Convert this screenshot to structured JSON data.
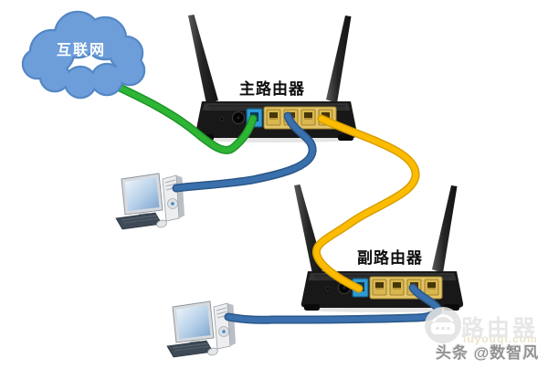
{
  "diagram": {
    "cloud_label": "互联网",
    "main_router_label": "主路由器",
    "secondary_router_label": "副路由器"
  },
  "watermark": {
    "brand_text": "路由器",
    "brand_domain": "luyouqi.com",
    "credit_text": "头条 @数智风"
  },
  "colors": {
    "cloud_fill": "#6d9eda",
    "cloud_stroke": "#5488c6",
    "internet_cable_green": "#2eb535",
    "pc_cable_blue": "#3a70ad",
    "uplink_cable_yellow": "#fdbc00",
    "wan_port_blue": "#2f9ad2",
    "lan_port_yellow": "#e3c467",
    "router_body_black": "#181818"
  }
}
